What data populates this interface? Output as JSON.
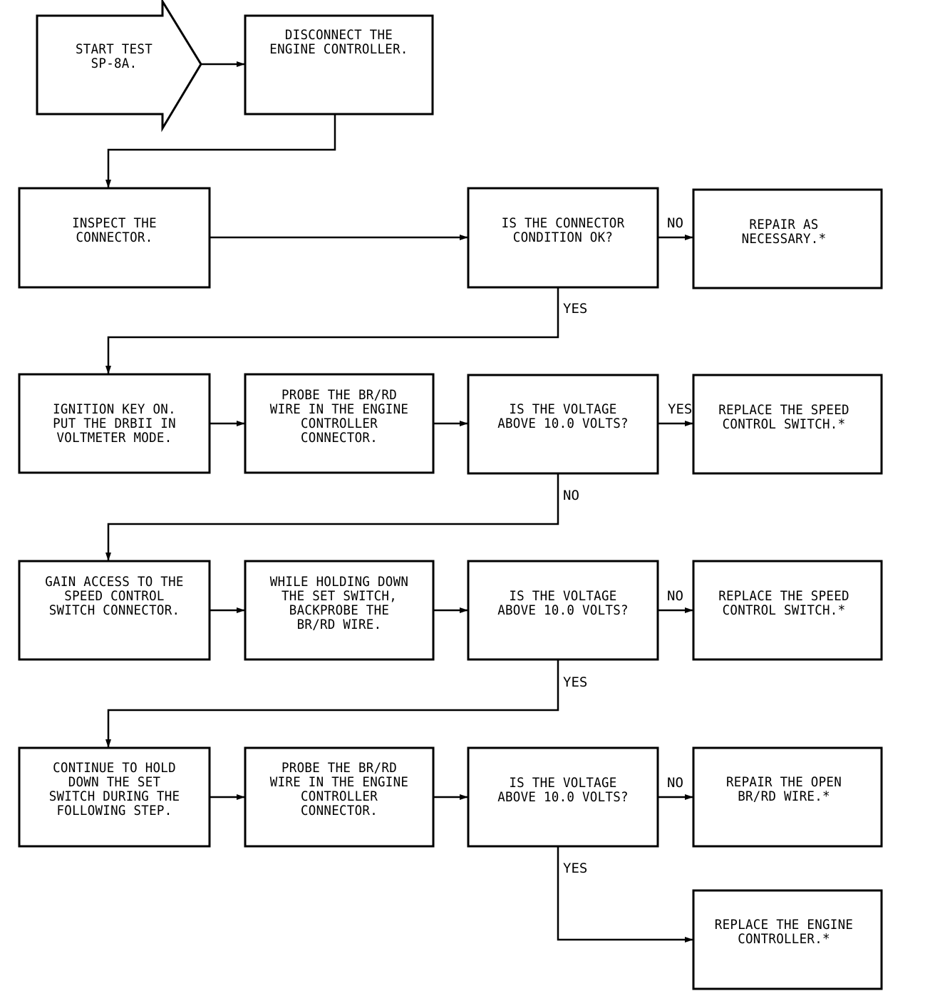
{
  "nodes": {
    "start": "START TEST\nSP-8A.",
    "disconnect": "DISCONNECT THE\nENGINE CONTROLLER.",
    "inspect": "INSPECT THE\nCONNECTOR.",
    "q_connector": "IS THE CONNECTOR\nCONDITION OK?",
    "repair_necessary": "REPAIR AS\nNECESSARY.*",
    "ignition": "IGNITION KEY ON.\nPUT THE DRBII IN\nVOLTMETER MODE.",
    "probe1": "PROBE THE BR/RD\nWIRE IN THE ENGINE\nCONTROLLER\nCONNECTOR.",
    "q_voltage1": "IS THE VOLTAGE\nABOVE 10.0 VOLTS?",
    "replace_switch1": "REPLACE THE SPEED\nCONTROL SWITCH.*",
    "gain_access": "GAIN ACCESS TO THE\nSPEED CONTROL\nSWITCH CONNECTOR.",
    "while_holding": "WHILE HOLDING DOWN\nTHE SET SWITCH,\nBACKPROBE THE\nBR/RD WIRE.",
    "q_voltage2": "IS THE VOLTAGE\nABOVE 10.0 VOLTS?",
    "replace_switch2": "REPLACE THE SPEED\nCONTROL SWITCH.*",
    "continue_hold": "CONTINUE TO HOLD\nDOWN THE SET\nSWITCH DURING THE\nFOLLOWING STEP.",
    "probe2": "PROBE THE BR/RD\nWIRE IN THE ENGINE\nCONTROLLER\nCONNECTOR.",
    "q_voltage3": "IS THE VOLTAGE\nABOVE 10.0 VOLTS?",
    "repair_open": "REPAIR THE OPEN\nBR/RD WIRE.*",
    "replace_controller": "REPLACE THE ENGINE\nCONTROLLER.*"
  },
  "edge_labels": {
    "q1_no": "NO",
    "q1_yes": "YES",
    "q2_yes": "YES",
    "q2_no": "NO",
    "q3_no": "NO",
    "q3_yes": "YES",
    "q4_no": "NO",
    "q4_yes": "YES"
  }
}
